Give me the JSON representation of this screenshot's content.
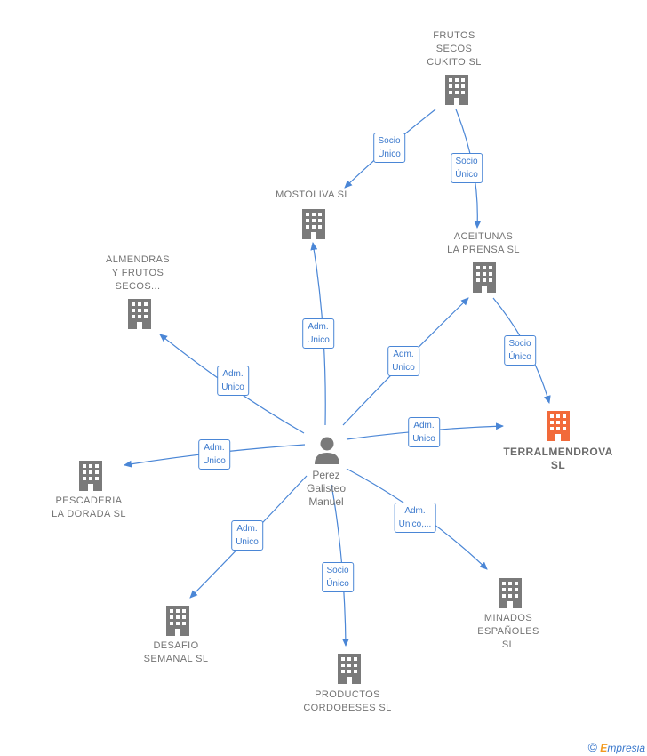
{
  "center": {
    "name": "Perez\nGalisteo\nManuel"
  },
  "nodes": {
    "frutos": {
      "label": "FRUTOS\nSECOS\nCUKITO SL"
    },
    "mostoliva": {
      "label": "MOSTOLIVA  SL"
    },
    "aceitunas": {
      "label": "ACEITUNAS\nLA PRENSA  SL"
    },
    "almendras": {
      "label": "ALMENDRAS\nY FRUTOS\nSECOS..."
    },
    "terral": {
      "label": "TERRALMENDROVA\nSL"
    },
    "pescaderia": {
      "label": "PESCADERIA\nLA DORADA SL"
    },
    "desafio": {
      "label": "DESAFIO\nSEMANAL  SL"
    },
    "productos": {
      "label": "PRODUCTOS\nCORDOBESES SL"
    },
    "minados": {
      "label": "MINADOS\nESPAÑOLES\nSL"
    }
  },
  "edges": {
    "frutos_mostoliva": "Socio\nÚnico",
    "frutos_aceitunas": "Socio\nÚnico",
    "aceitunas_terral": "Socio\nÚnico",
    "person_mostoliva": "Adm.\nUnico",
    "person_aceitunas": "Adm.\nUnico",
    "person_almendras": "Adm.\nUnico",
    "person_terral": "Adm.\nUnico",
    "person_pescaderia": "Adm.\nUnico",
    "person_desafio": "Adm.\nUnico",
    "person_productos": "Socio\nÚnico",
    "person_minados": "Adm.\nUnico,..."
  },
  "colors": {
    "edge": "#4a86d6",
    "building": "#7a7a7a",
    "highlight": "#f26a3a",
    "person": "#7a7a7a"
  },
  "footer": {
    "copyright": "©",
    "brand_initial": "E",
    "brand_rest": "mpresia"
  }
}
